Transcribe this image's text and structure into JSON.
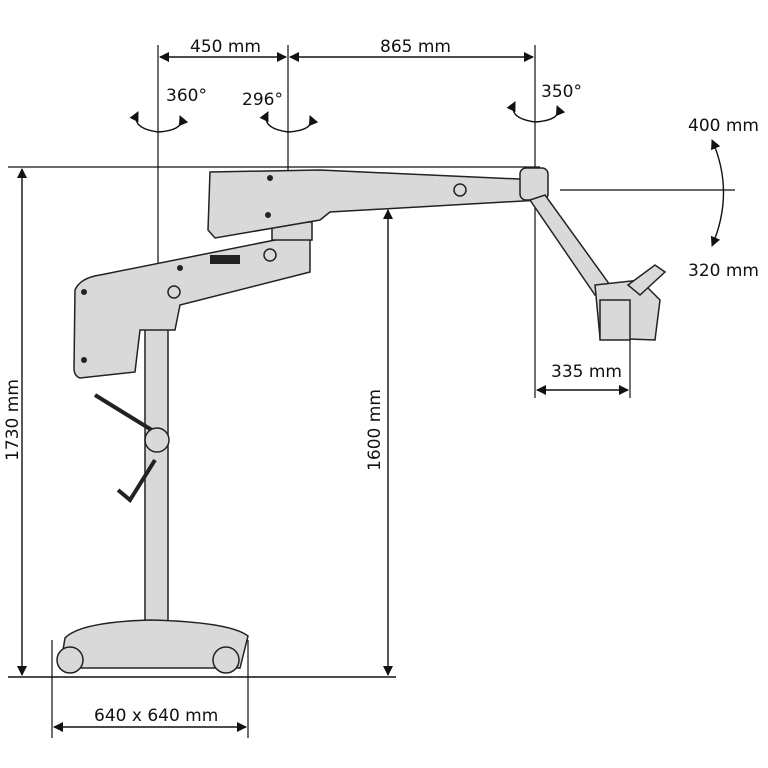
{
  "dimensions": {
    "arm_inner_reach": "450 mm",
    "arm_outer_reach": "865 mm",
    "rotation_column": "360°",
    "rotation_arm": "296°",
    "rotation_head": "350°",
    "vertical_up": "400 mm",
    "vertical_down": "320 mm",
    "total_height": "1730 mm",
    "arm_height": "1600 mm",
    "head_offset": "335 mm",
    "base_footprint": "640 x 640 mm"
  },
  "colors": {
    "line": "#111111",
    "body": "#d9d9d9",
    "body_stroke": "#222222"
  }
}
